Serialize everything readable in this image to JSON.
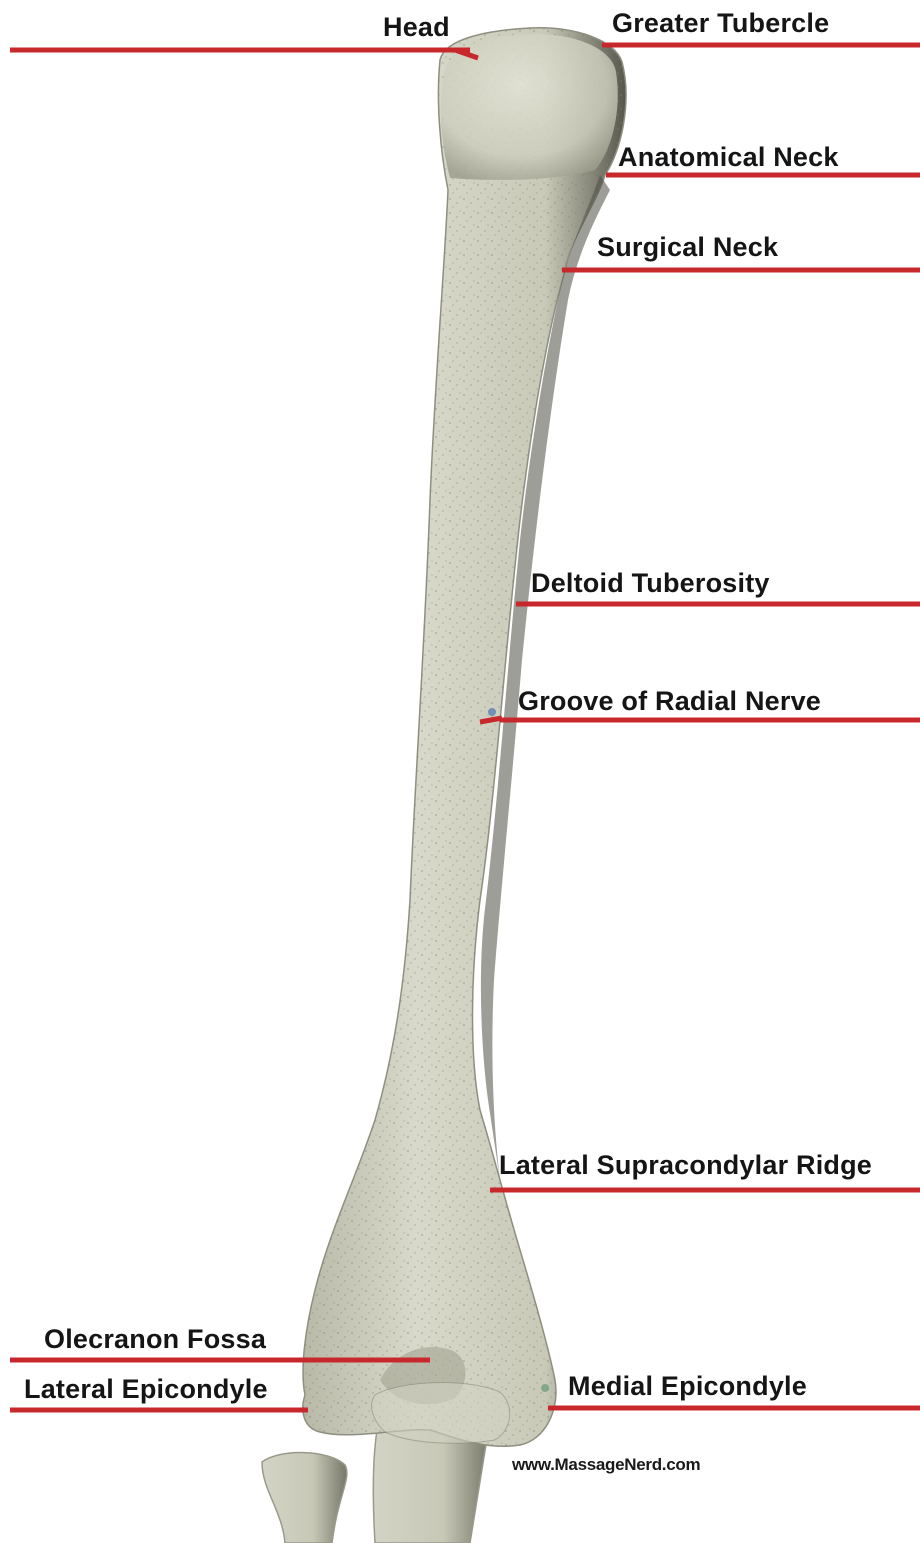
{
  "labels": {
    "head": "Head",
    "greater_tubercle": "Greater Tubercle",
    "anatomical_neck": "Anatomical Neck",
    "surgical_neck": "Surgical Neck",
    "deltoid_tuberosity": "Deltoid Tuberosity",
    "groove_radial_nerve": "Groove of Radial Nerve",
    "lateral_supracondylar_ridge": "Lateral Supracondylar Ridge",
    "olecranon_fossa": "Olecranon Fossa",
    "lateral_epicondyle": "Lateral Epicondyle",
    "medial_epicondyle": "Medial Epicondyle"
  },
  "credit": "www.MassageNerd.com",
  "colors": {
    "leader_line": "#c8272c",
    "bone_fill": "#cfcfc0",
    "bone_shadow": "#5e5e54",
    "background": "#ffffff"
  }
}
